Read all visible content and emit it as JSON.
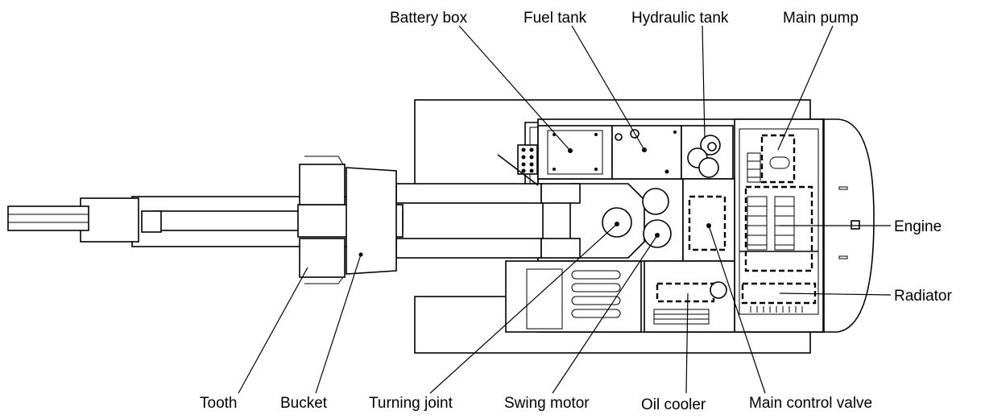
{
  "labels": {
    "battery_box": "Battery box",
    "fuel_tank": "Fuel tank",
    "hydraulic_tank": "Hydraulic tank",
    "main_pump": "Main pump",
    "engine": "Engine",
    "radiator": "Radiator",
    "tooth": "Tooth",
    "bucket": "Bucket",
    "turning_joint": "Turning joint",
    "swing_motor": "Swing motor",
    "oil_cooler": "Oil cooler",
    "main_control_valve": "Main control valve"
  }
}
